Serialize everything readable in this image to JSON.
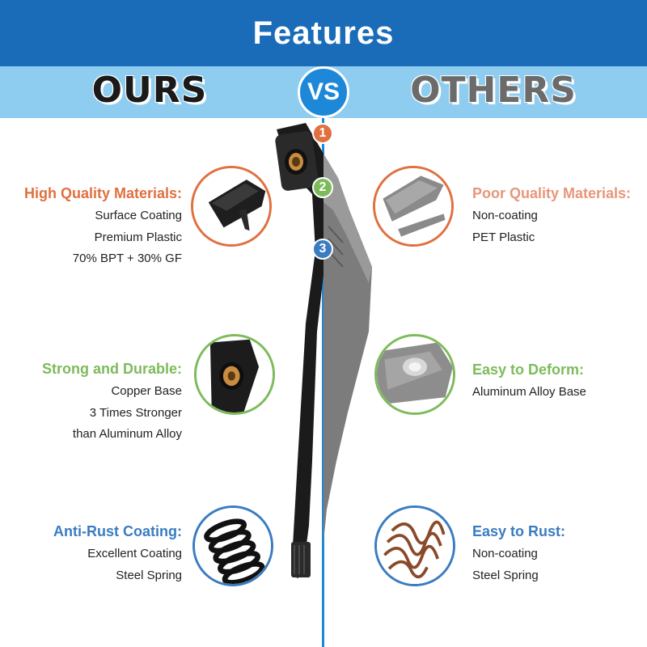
{
  "title": "Features",
  "ours_label": "OURS",
  "vs_label": "VS",
  "others_label": "OTHERS",
  "colors": {
    "title_bg": "#1a6bb8",
    "band_bg": "#8ecdf0",
    "divider": "#1e88d8",
    "orange": "#e07040",
    "orange_light": "#e8967a",
    "green": "#7dbb5a",
    "blue": "#3a7cc0"
  },
  "badges": [
    "1",
    "2",
    "3"
  ],
  "ours": [
    {
      "heading": "High Quality Materials:",
      "lines": [
        "Surface Coating",
        "Premium Plastic",
        "70% BPT + 30% GF"
      ],
      "image_icon": "coated-arm-end-icon"
    },
    {
      "heading": "Strong and Durable:",
      "lines": [
        "Copper Base",
        "3 Times Stronger",
        "than Aluminum Alloy"
      ],
      "image_icon": "copper-base-icon"
    },
    {
      "heading": "Anti-Rust Coating:",
      "lines": [
        "Excellent Coating",
        "Steel Spring"
      ],
      "image_icon": "black-spring-icon"
    }
  ],
  "others": [
    {
      "heading": "Poor Quality Materials:",
      "lines": [
        "Non-coating",
        "PET Plastic"
      ],
      "image_icon": "uncoated-arm-end-icon"
    },
    {
      "heading": "Easy to Deform:",
      "lines": [
        "Aluminum Alloy Base"
      ],
      "image_icon": "aluminum-base-icon"
    },
    {
      "heading": "Easy to Rust:",
      "lines": [
        "Non-coating",
        "Steel Spring"
      ],
      "image_icon": "rusty-spring-icon"
    }
  ]
}
